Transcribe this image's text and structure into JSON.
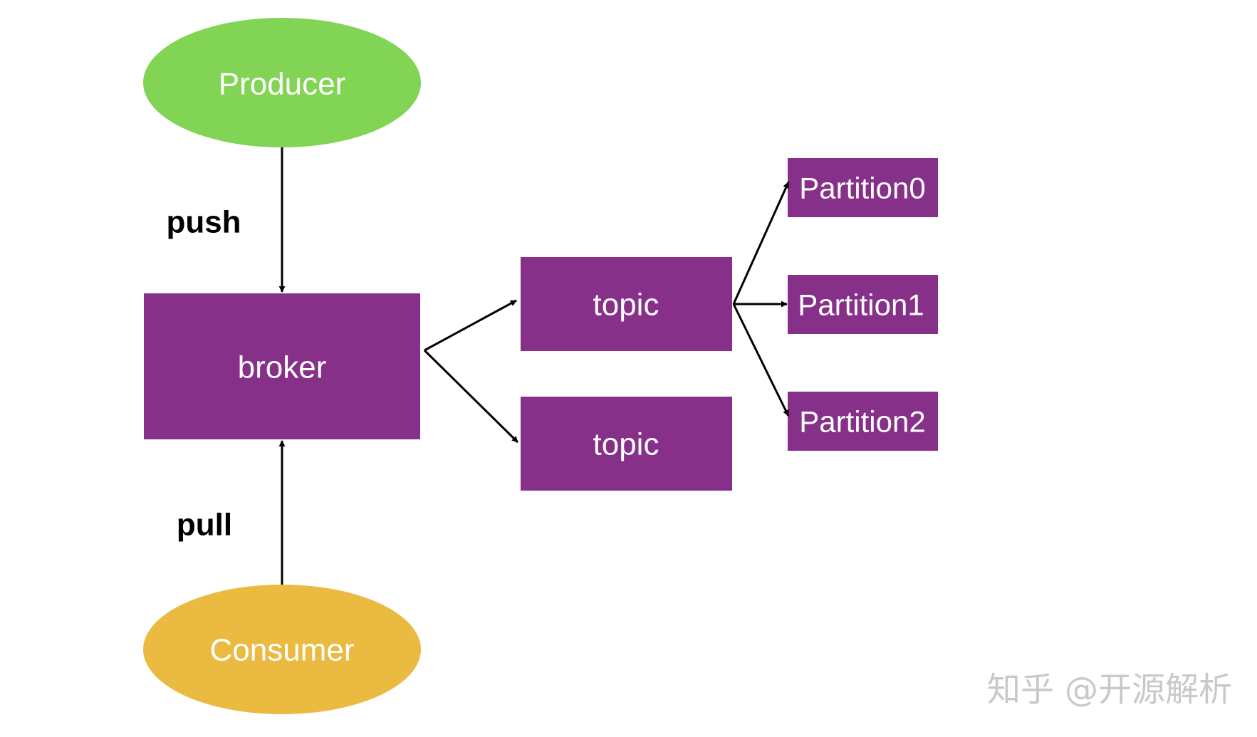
{
  "colors": {
    "producer": "#82d455",
    "consumer": "#ebba40",
    "purple": "#873089",
    "arrow": "#000000",
    "watermark": "#c9c9c9"
  },
  "nodes": {
    "producer": "Producer",
    "broker": "broker",
    "consumer": "Consumer",
    "topic_a": "topic",
    "topic_b": "topic",
    "partition_0": "Partition0",
    "partition_1": "Partition1",
    "partition_2": "Partition2"
  },
  "edges": {
    "push": "push",
    "pull": "pull"
  },
  "watermark": "知乎 @开源解析"
}
